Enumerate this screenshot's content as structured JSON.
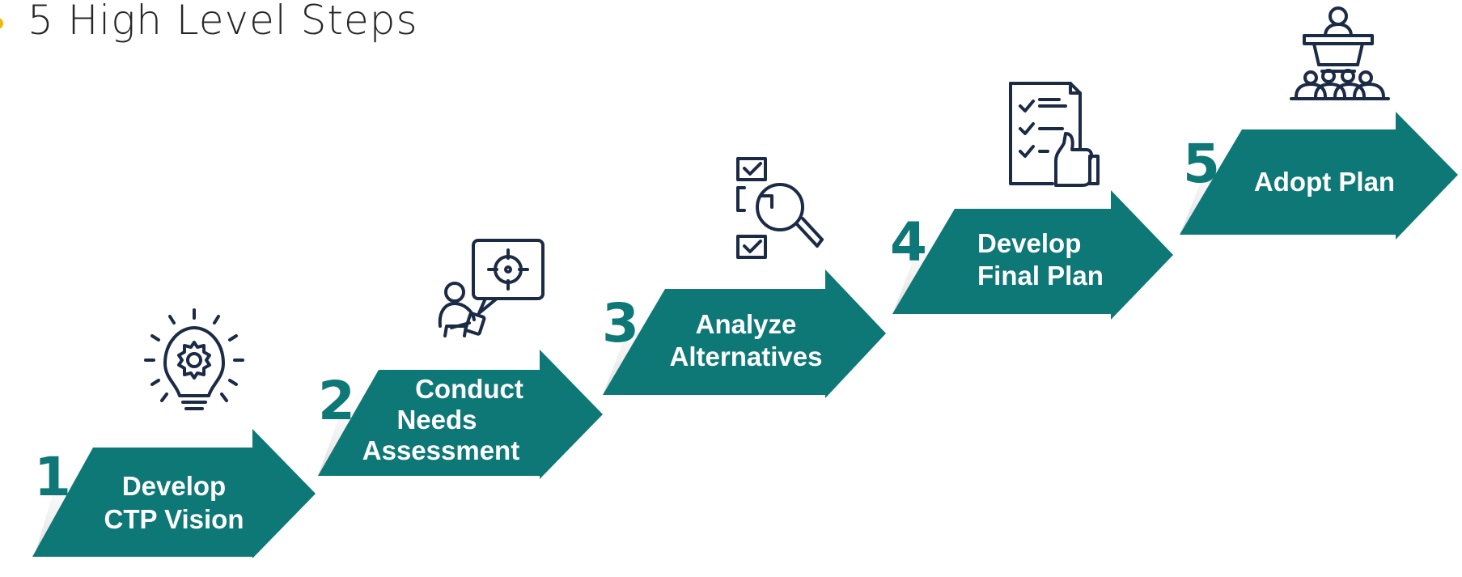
{
  "title": "5 High Level Steps",
  "colors": {
    "arrow": "#0e7877",
    "number": "#0e7877",
    "icon_stroke": "#1c2b45",
    "bullet": "#f2b705",
    "title_text": "#262626"
  },
  "steps": [
    {
      "number": "1",
      "lines": [
        "Develop",
        "CTP Vision"
      ],
      "icon": "lightbulb-gear-icon"
    },
    {
      "number": "2",
      "lines": [
        "Conduct",
        "Needs",
        "Assessment"
      ],
      "icon": "person-target-speech-icon"
    },
    {
      "number": "3",
      "lines": [
        "Analyze",
        "Alternatives"
      ],
      "icon": "checklist-magnifier-icon"
    },
    {
      "number": "4",
      "lines": [
        "Develop",
        "Final Plan"
      ],
      "icon": "document-checklist-thumbsup-icon"
    },
    {
      "number": "5",
      "lines": [
        "Adopt Plan"
      ],
      "icon": "presenter-audience-icon"
    }
  ]
}
